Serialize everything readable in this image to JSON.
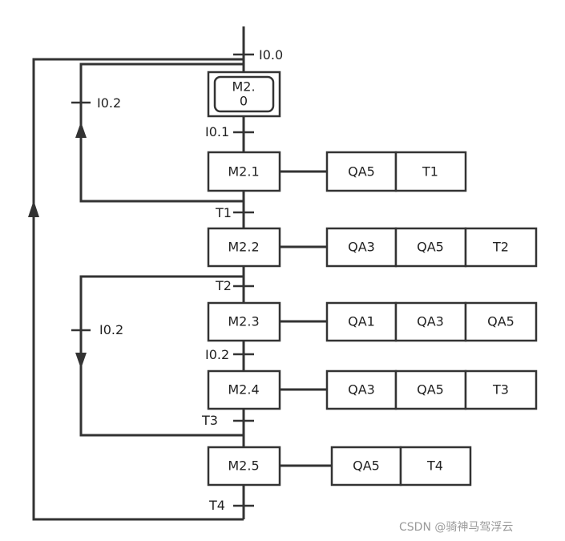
{
  "initial_step": {
    "line1": "M2.",
    "line2": "0"
  },
  "steps": [
    {
      "name": "M2.1",
      "actions": [
        "QA5",
        "T1"
      ]
    },
    {
      "name": "M2.2",
      "actions": [
        "QA3",
        "QA5",
        "T2"
      ]
    },
    {
      "name": "M2.3",
      "actions": [
        "QA1",
        "QA3",
        "QA5"
      ]
    },
    {
      "name": "M2.4",
      "actions": [
        "QA3",
        "QA5",
        "T3"
      ]
    },
    {
      "name": "M2.5",
      "actions": [
        "QA5",
        "T4"
      ]
    }
  ],
  "transitions": {
    "t_i00": "I0.0",
    "t_i01": "I0.1",
    "t_t1": "T1",
    "t_t2": "T2",
    "t_i02_main": "I0.2",
    "t_t3": "T3",
    "t_t4": "T4",
    "t_i02_loop1": "I0.2",
    "t_i02_loop2": "I0.2"
  },
  "watermark": "CSDN @骑神马驾浮云"
}
